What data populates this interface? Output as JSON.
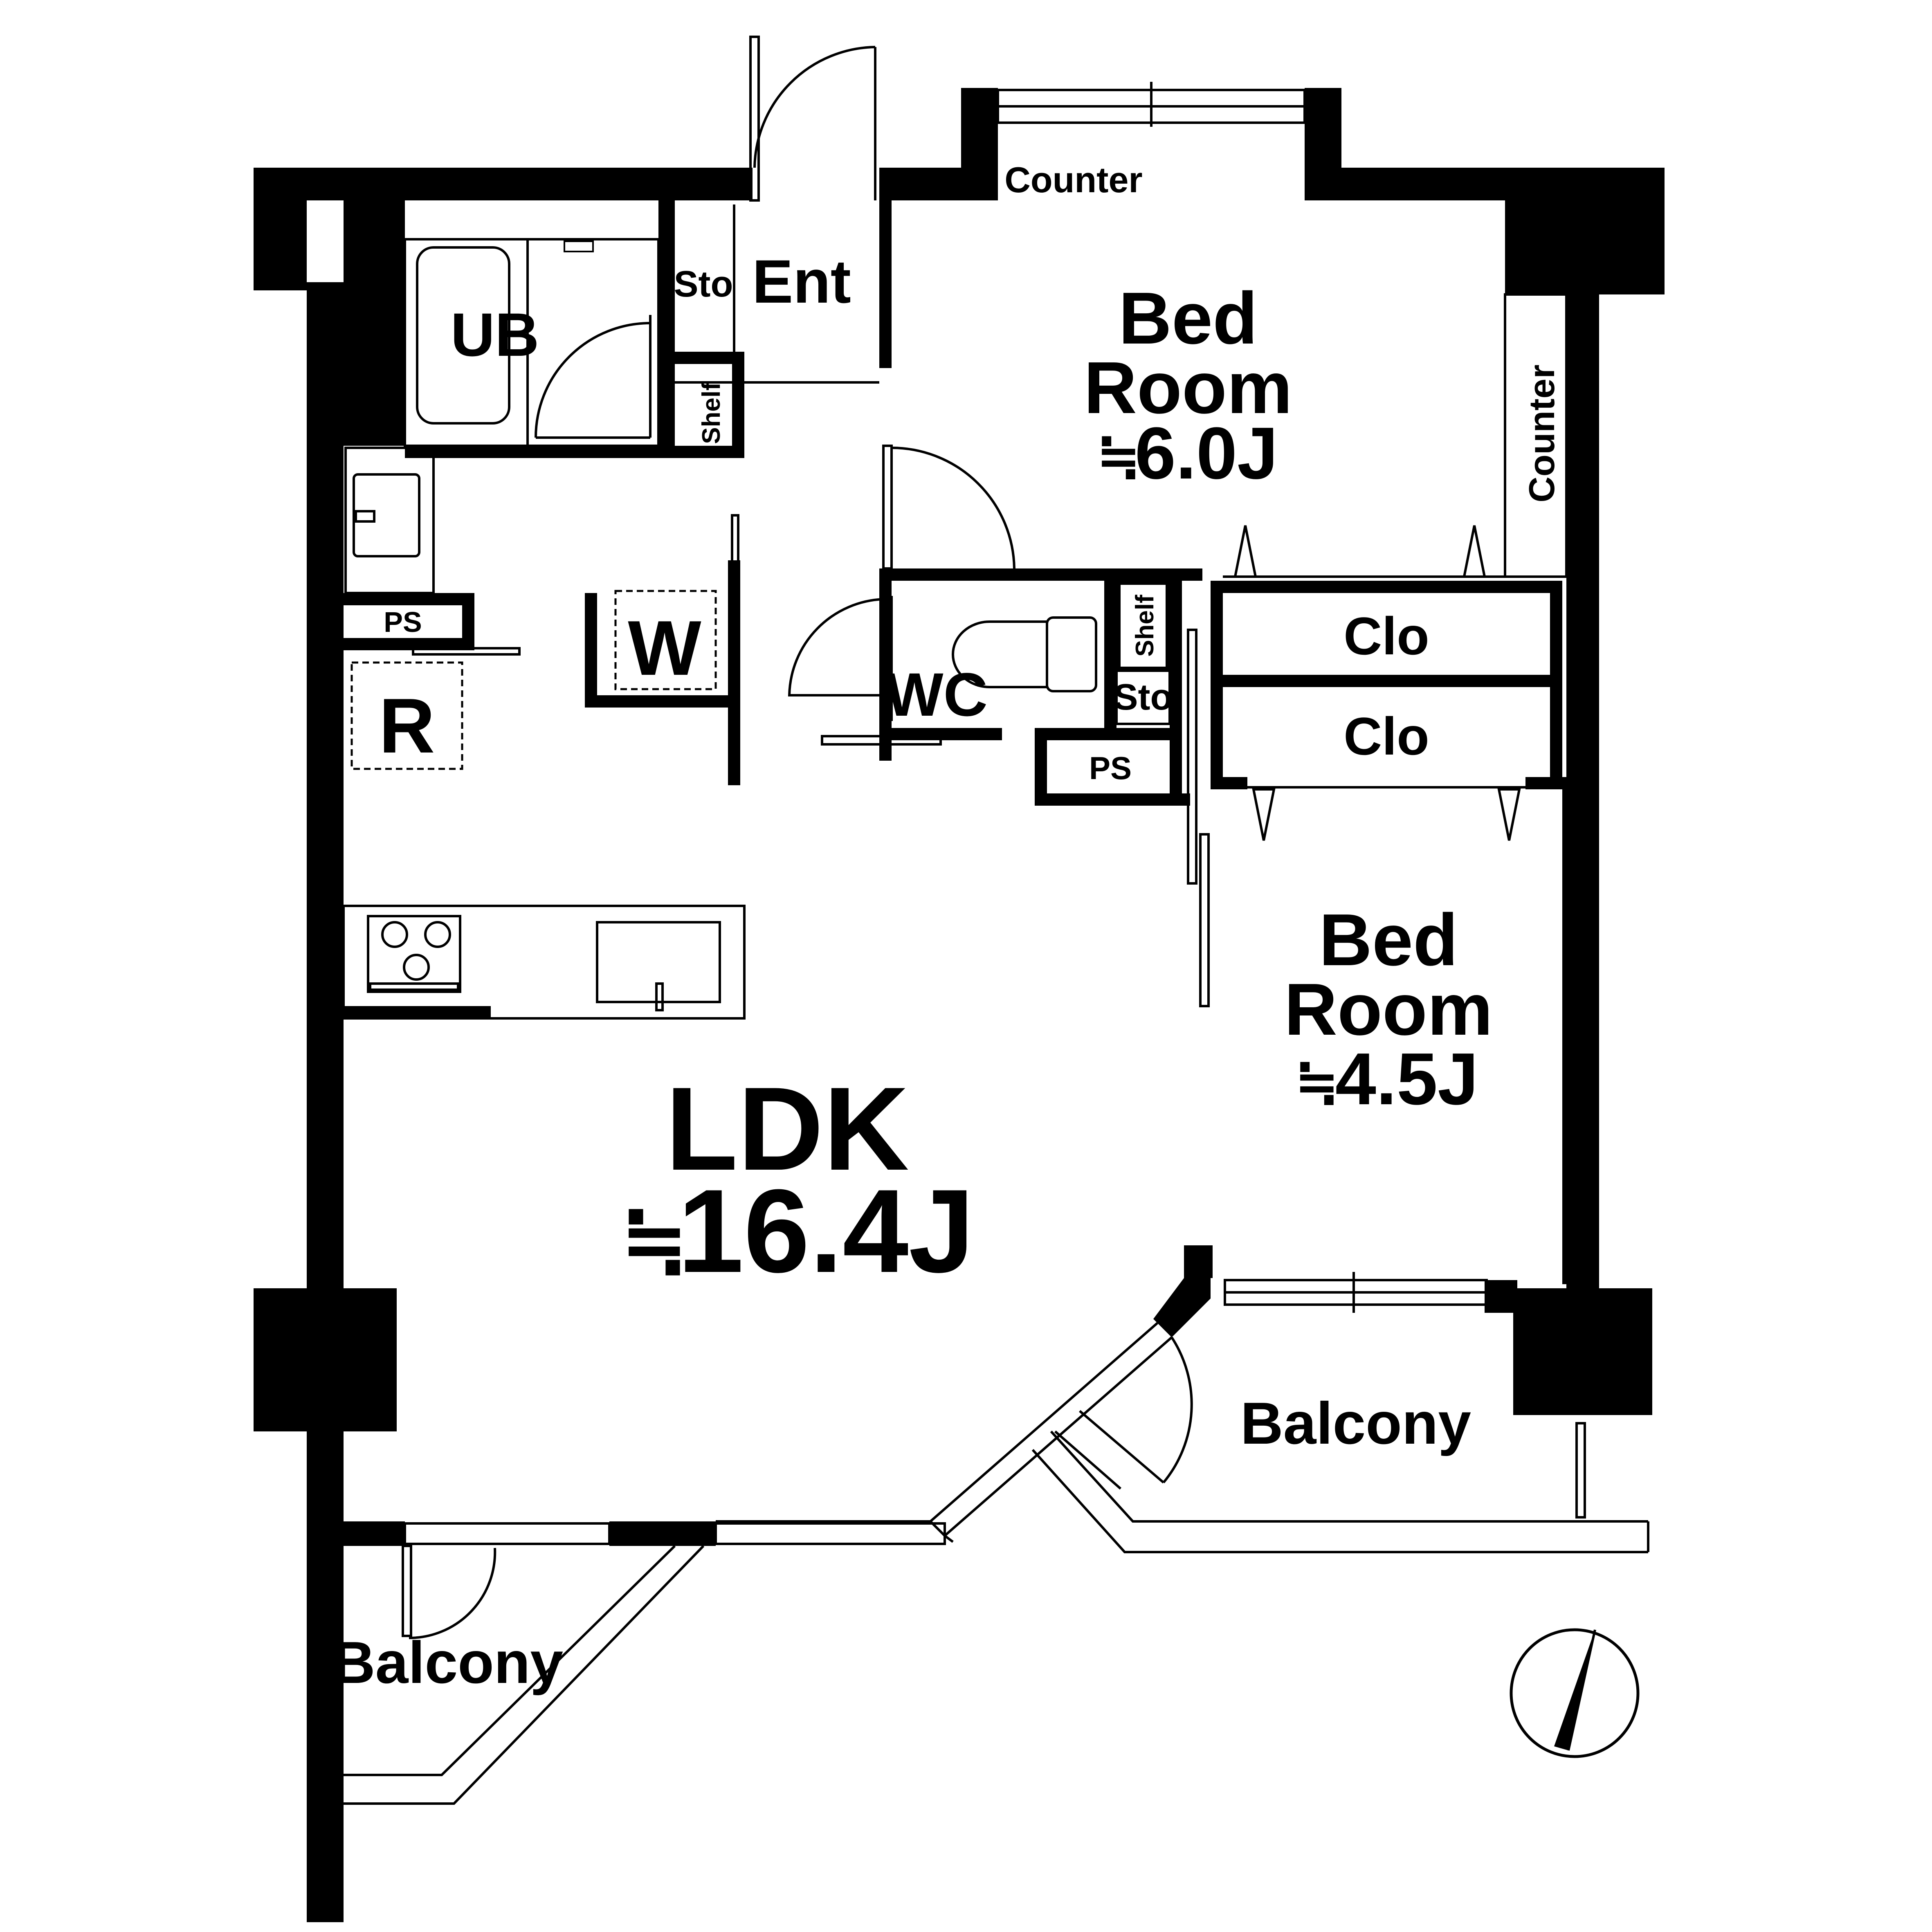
{
  "rooms": {
    "ldk": {
      "name": "LDK",
      "area": "16.4J"
    },
    "bed1": {
      "name_line1": "Bed",
      "name_line2": "Room",
      "area": "6.0J"
    },
    "bed2": {
      "name_line1": "Bed",
      "name_line2": "Room",
      "area": "4.5J"
    },
    "ub": "UB",
    "ent": "Ent",
    "sto_ent": "Sto",
    "sto_wc": "Sto",
    "shelf_ub": "Shelf",
    "shelf_wc": "Shelf",
    "wc": "WC",
    "w": "W",
    "r": "R",
    "ps_left": "PS",
    "ps_mid": "PS",
    "clo_upper": "Clo",
    "clo_lower": "Clo",
    "counter_top": "Counter",
    "counter_side": "Counter",
    "balcony_right": "Balcony",
    "balcony_left": "Balcony"
  },
  "approx_symbol": "≒",
  "compass": {
    "icon": "north-arrow-icon"
  }
}
